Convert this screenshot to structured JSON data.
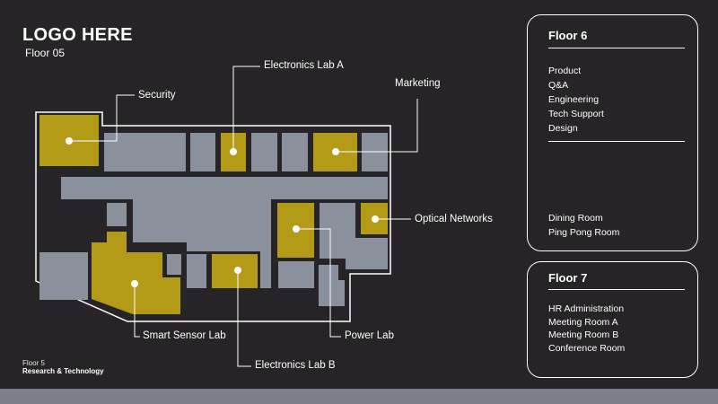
{
  "header": {
    "logo_text": "LOGO HERE",
    "floor_label": "Floor 05"
  },
  "footer": {
    "floor_line": "Floor 5",
    "dept_line": "Research & Technology"
  },
  "map_callouts": {
    "security": "Security",
    "electronics_lab_a": "Electronics Lab A",
    "marketing": "Marketing",
    "optical_networks": "Optical Networks",
    "smart_sensor_lab": "Smart Sensor Lab",
    "power_lab": "Power Lab",
    "electronics_lab_b": "Electronics Lab B"
  },
  "floor6": {
    "title": "Floor 6",
    "items": [
      "Product",
      "Q&A",
      "Engineering",
      "Tech Support",
      "Design"
    ],
    "items2": [
      "Dining Room",
      "Ping Pong Room"
    ]
  },
  "floor7": {
    "title": "Floor 7",
    "items": [
      "HR Administration",
      "Meeting Room A",
      "Meeting Room B",
      "Conference Room"
    ]
  },
  "colors": {
    "background": "#262426",
    "room_gray": "#8a909c",
    "highlight_gold": "#b39b18",
    "text": "#ffffff",
    "bottom_bar": "#7c7f88"
  }
}
